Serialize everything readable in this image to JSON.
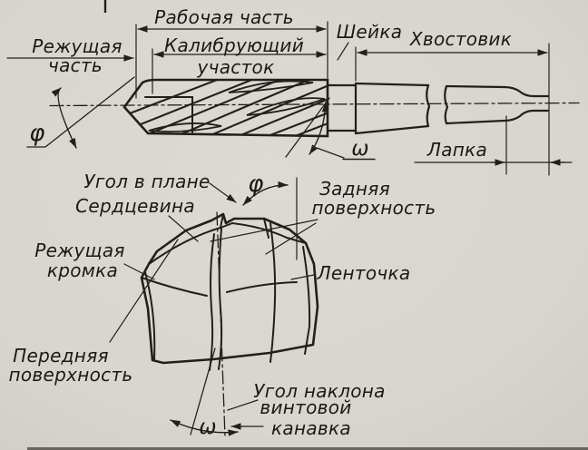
{
  "colors": {
    "paper": "#d8d6d0",
    "ink": "#23201c"
  },
  "top": {
    "working_part": "Рабочая часть",
    "calibrating_1": "Калибрующий",
    "calibrating_2": "участок",
    "cutting_1": "Режущая",
    "cutting_2": "часть",
    "neck": "Шейка",
    "shank": "Хвостовик",
    "tang": "Лапка",
    "phi": "φ",
    "omega": "ω"
  },
  "point": {
    "point_angle": "Угол в плане",
    "web": "Сердцевина",
    "cutting_edge_1": "Режущая",
    "cutting_edge_2": "кромка",
    "rake_face_1": "Передняя",
    "rake_face_2": "поверхность",
    "flank_face_1": "Задняя",
    "flank_face_2": "поверхность",
    "margin": "Ленточка",
    "helix_1": "Угол наклона",
    "helix_2": "винтовой",
    "helix_3": "канавка",
    "phi": "φ",
    "omega": "ω"
  }
}
